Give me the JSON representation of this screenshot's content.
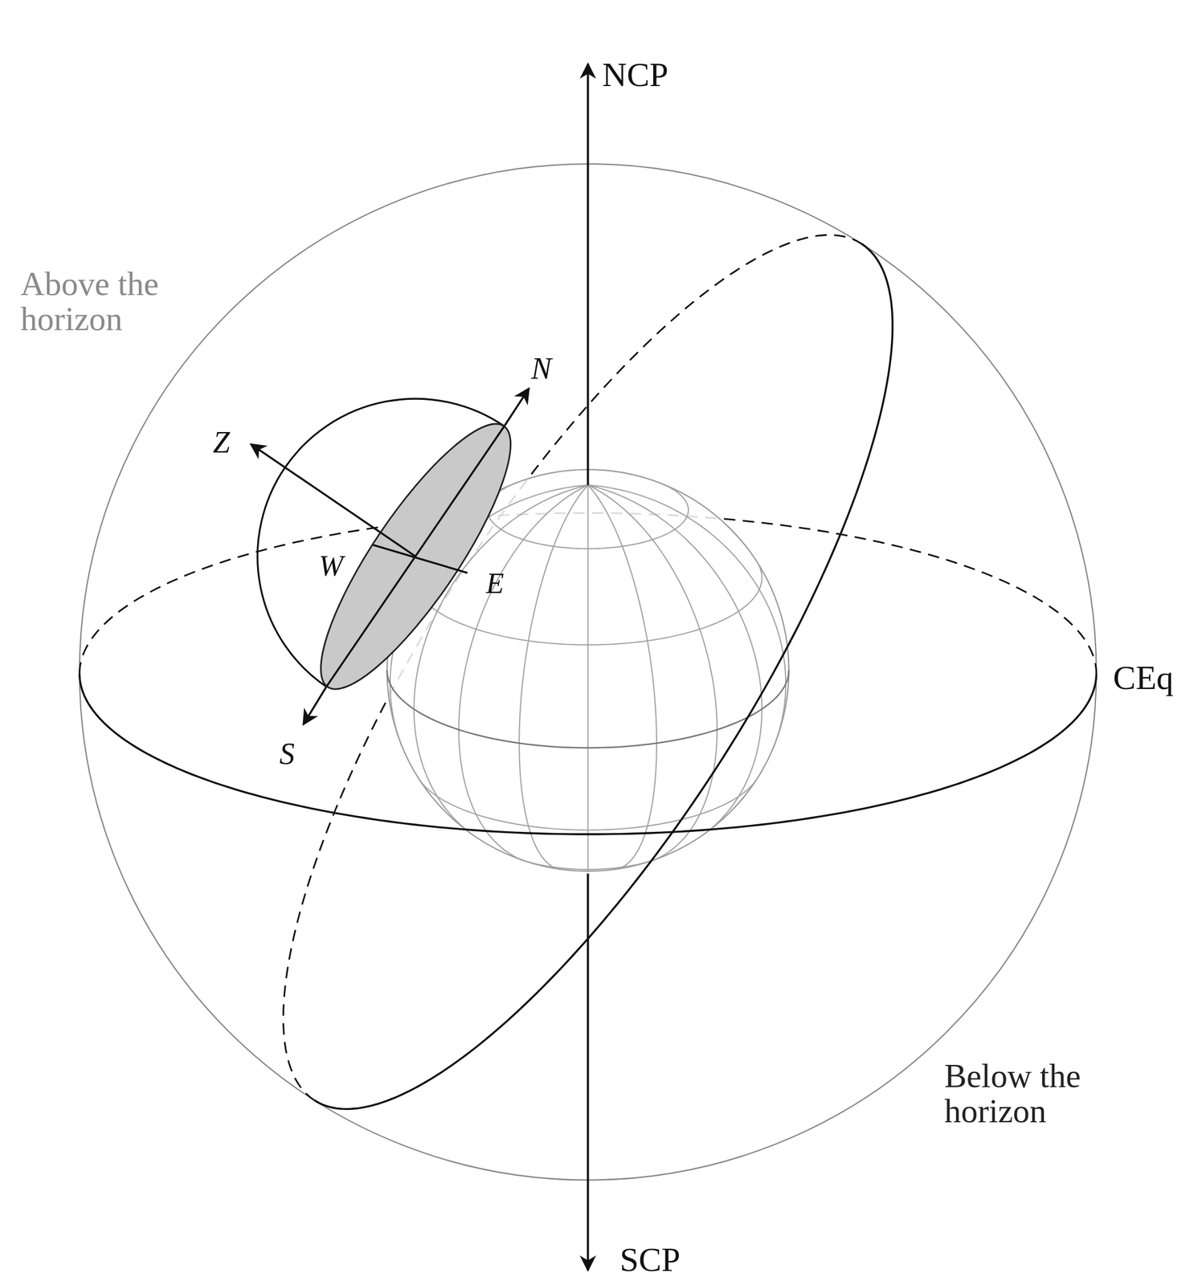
{
  "diagram": {
    "labels": [
      "Above the horizon",
      "NCP",
      "N",
      "Z",
      "W",
      "E",
      "CEq",
      "S",
      "Below the horizon",
      "SCP"
    ]
  }
}
